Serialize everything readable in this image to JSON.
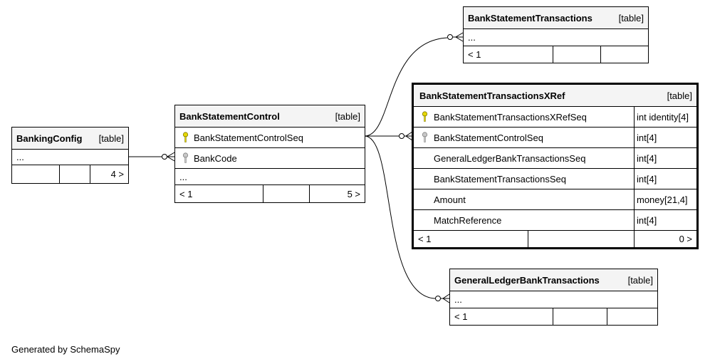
{
  "footer": "Generated by SchemaSpy",
  "colors": {
    "primary_key": "#e6d800",
    "foreign_key": "#b0b0b0",
    "header_bg": "#f4f4f4"
  },
  "tables": {
    "banking_config": {
      "name": "BankingConfig",
      "type": "[table]",
      "ellipsis": "...",
      "nav": {
        "left": "",
        "right": "4 >"
      }
    },
    "bank_statement_control": {
      "name": "BankStatementControl",
      "type": "[table]",
      "columns": [
        {
          "name": "BankStatementControlSeq",
          "icon": "primary-key-icon"
        },
        {
          "name": "BankCode",
          "icon": "foreign-key-icon"
        }
      ],
      "ellipsis": "...",
      "nav": {
        "left": "< 1",
        "right": "5 >"
      }
    },
    "bank_statement_transactions": {
      "name": "BankStatementTransactions",
      "type": "[table]",
      "ellipsis": "...",
      "nav": {
        "left": "< 1",
        "right": ""
      }
    },
    "bank_statement_transactions_xref": {
      "name": "BankStatementTransactionsXRef",
      "type": "[table]",
      "columns": [
        {
          "name": "BankStatementTransactionsXRefSeq",
          "type": "int identity[4]",
          "icon": "primary-key-icon"
        },
        {
          "name": "BankStatementControlSeq",
          "type": "int[4]",
          "icon": "foreign-key-icon"
        },
        {
          "name": "GeneralLedgerBankTransactionsSeq",
          "type": "int[4]"
        },
        {
          "name": "BankStatementTransactionsSeq",
          "type": "int[4]"
        },
        {
          "name": "Amount",
          "type": "money[21,4]"
        },
        {
          "name": "MatchReference",
          "type": "int[4]"
        }
      ],
      "nav": {
        "left": "< 1",
        "right": "0 >"
      }
    },
    "general_ledger_bank_transactions": {
      "name": "GeneralLedgerBankTransactions",
      "type": "[table]",
      "ellipsis": "...",
      "nav": {
        "left": "< 1",
        "right": ""
      }
    }
  }
}
